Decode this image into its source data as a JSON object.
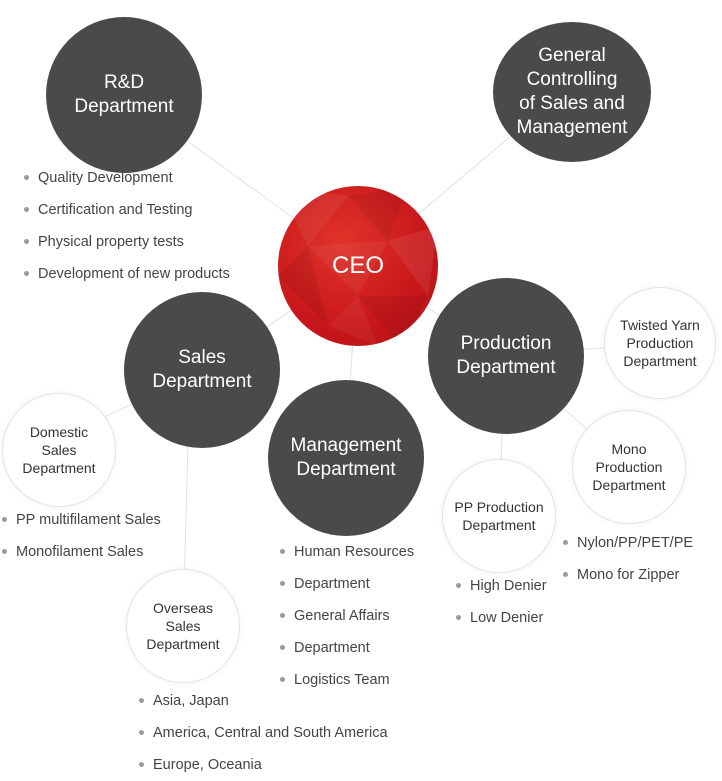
{
  "ceo": "CEO",
  "rd": {
    "title": [
      "R&D",
      "Department"
    ],
    "items": [
      "Quality Development",
      "Certification and Testing",
      "Physical property tests",
      "Development of new products"
    ]
  },
  "general": {
    "title": [
      "General",
      "Controlling",
      "of Sales and",
      "Management"
    ]
  },
  "sales": {
    "title": [
      "Sales",
      "Department"
    ]
  },
  "domestic": {
    "title": [
      "Domestic",
      "Sales",
      "Department"
    ],
    "items": [
      "PP multifilament Sales",
      "Monofilament Sales"
    ]
  },
  "overseas": {
    "title": [
      "Overseas",
      "Sales",
      "Department"
    ],
    "items": [
      "Asia, Japan",
      "America, Central and South America",
      "Europe, Oceania"
    ]
  },
  "management": {
    "title": [
      "Management",
      "Department"
    ],
    "items": [
      "Human Resources",
      "Department",
      "General Affairs",
      "Department",
      "Logistics Team"
    ]
  },
  "production": {
    "title": [
      "Production",
      "Department"
    ]
  },
  "twisted": {
    "title": [
      "Twisted Yarn",
      "Production",
      "Department"
    ]
  },
  "mono": {
    "title": [
      "Mono",
      "Production",
      "Department"
    ],
    "items": [
      "Nylon/PP/PET/PE",
      "Mono for Zipper"
    ]
  },
  "pp": {
    "title": [
      "PP Production",
      "Department"
    ],
    "items": [
      "High Denier",
      "Low Denier"
    ]
  },
  "colors": {
    "dark": "#4a4a4a",
    "ceo": "#c8171a",
    "line": "#e2e2e2"
  }
}
